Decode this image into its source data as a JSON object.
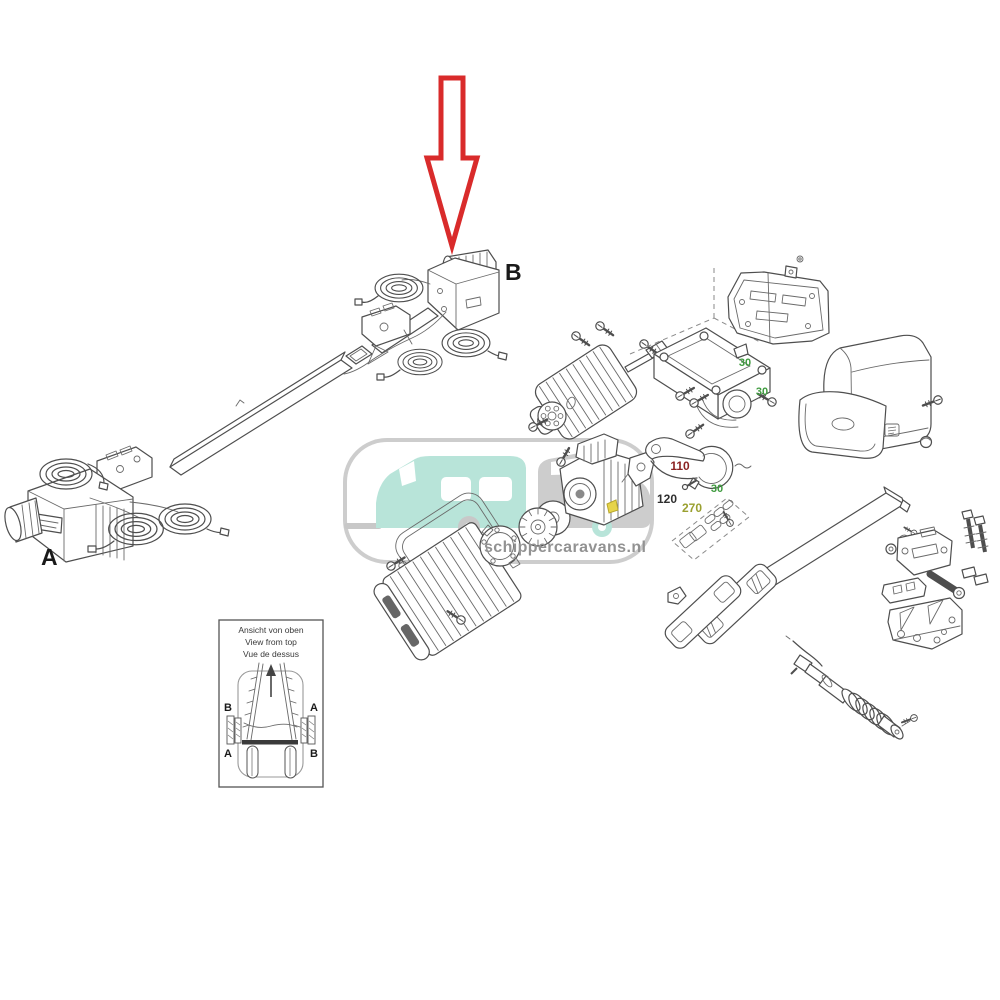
{
  "diagram_type": "exploded parts diagram - caravan mover",
  "arrow": {
    "color": "#d92b2b"
  },
  "assembly_labels": {
    "a": "A",
    "b": "B"
  },
  "callouts": {
    "c30a": {
      "text": "30",
      "color": "#3f9b3f"
    },
    "c30b": {
      "text": "30",
      "color": "#3f9b3f"
    },
    "c110": {
      "text": "110",
      "color": "#8b2222"
    },
    "c30c": {
      "text": "30",
      "color": "#3f9b3f"
    },
    "c120": {
      "text": "120",
      "color": "#2f2f2f"
    },
    "c270": {
      "text": "270",
      "color": "#9aa030"
    }
  },
  "inset": {
    "line1": "Ansicht von oben",
    "line2": "View from top",
    "line3": "Vue de dessus",
    "top_left": "B",
    "top_right": "A",
    "bottom_left": "A",
    "bottom_right": "B"
  },
  "watermark": {
    "text": "schippercaravans.nl",
    "teal": "#b5e3d8",
    "gray": "#cbcbcb",
    "text_color": "#929292"
  },
  "colors": {
    "accent_yellow": "#e6d44a",
    "line": "#4e4e4e"
  }
}
